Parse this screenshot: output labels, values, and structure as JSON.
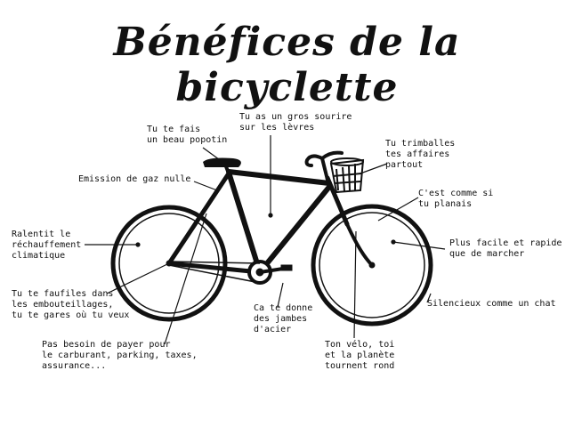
{
  "title": "Bénéfices de la bicyclette",
  "annotations": {
    "popotin": "Tu te fais\nun beau popotin",
    "sourire": "Tu as un gros sourire\nsur les lèvres",
    "trimballes": "Tu trimballes\ntes affaires\npartout",
    "gaz": "Emission de gaz nulle",
    "planais": "C'est comme si\ntu planais",
    "climatique": "Ralentit le\nréchauffement\nclimatique",
    "marcher": "Plus facile et rapide\nque de marcher",
    "faufiles": "Tu te faufiles dans\nles embouteillages,\ntu te gares où tu veux",
    "silencieux": "Silencieux comme un chat",
    "jambes": "Ca te donne\ndes jambes\nd'acier",
    "payer": "Pas besoin de payer pour\nle carburant, parking, taxes,\nassurance...",
    "planete": "Ton vélo, toi\net la planète\ntournent rond"
  }
}
